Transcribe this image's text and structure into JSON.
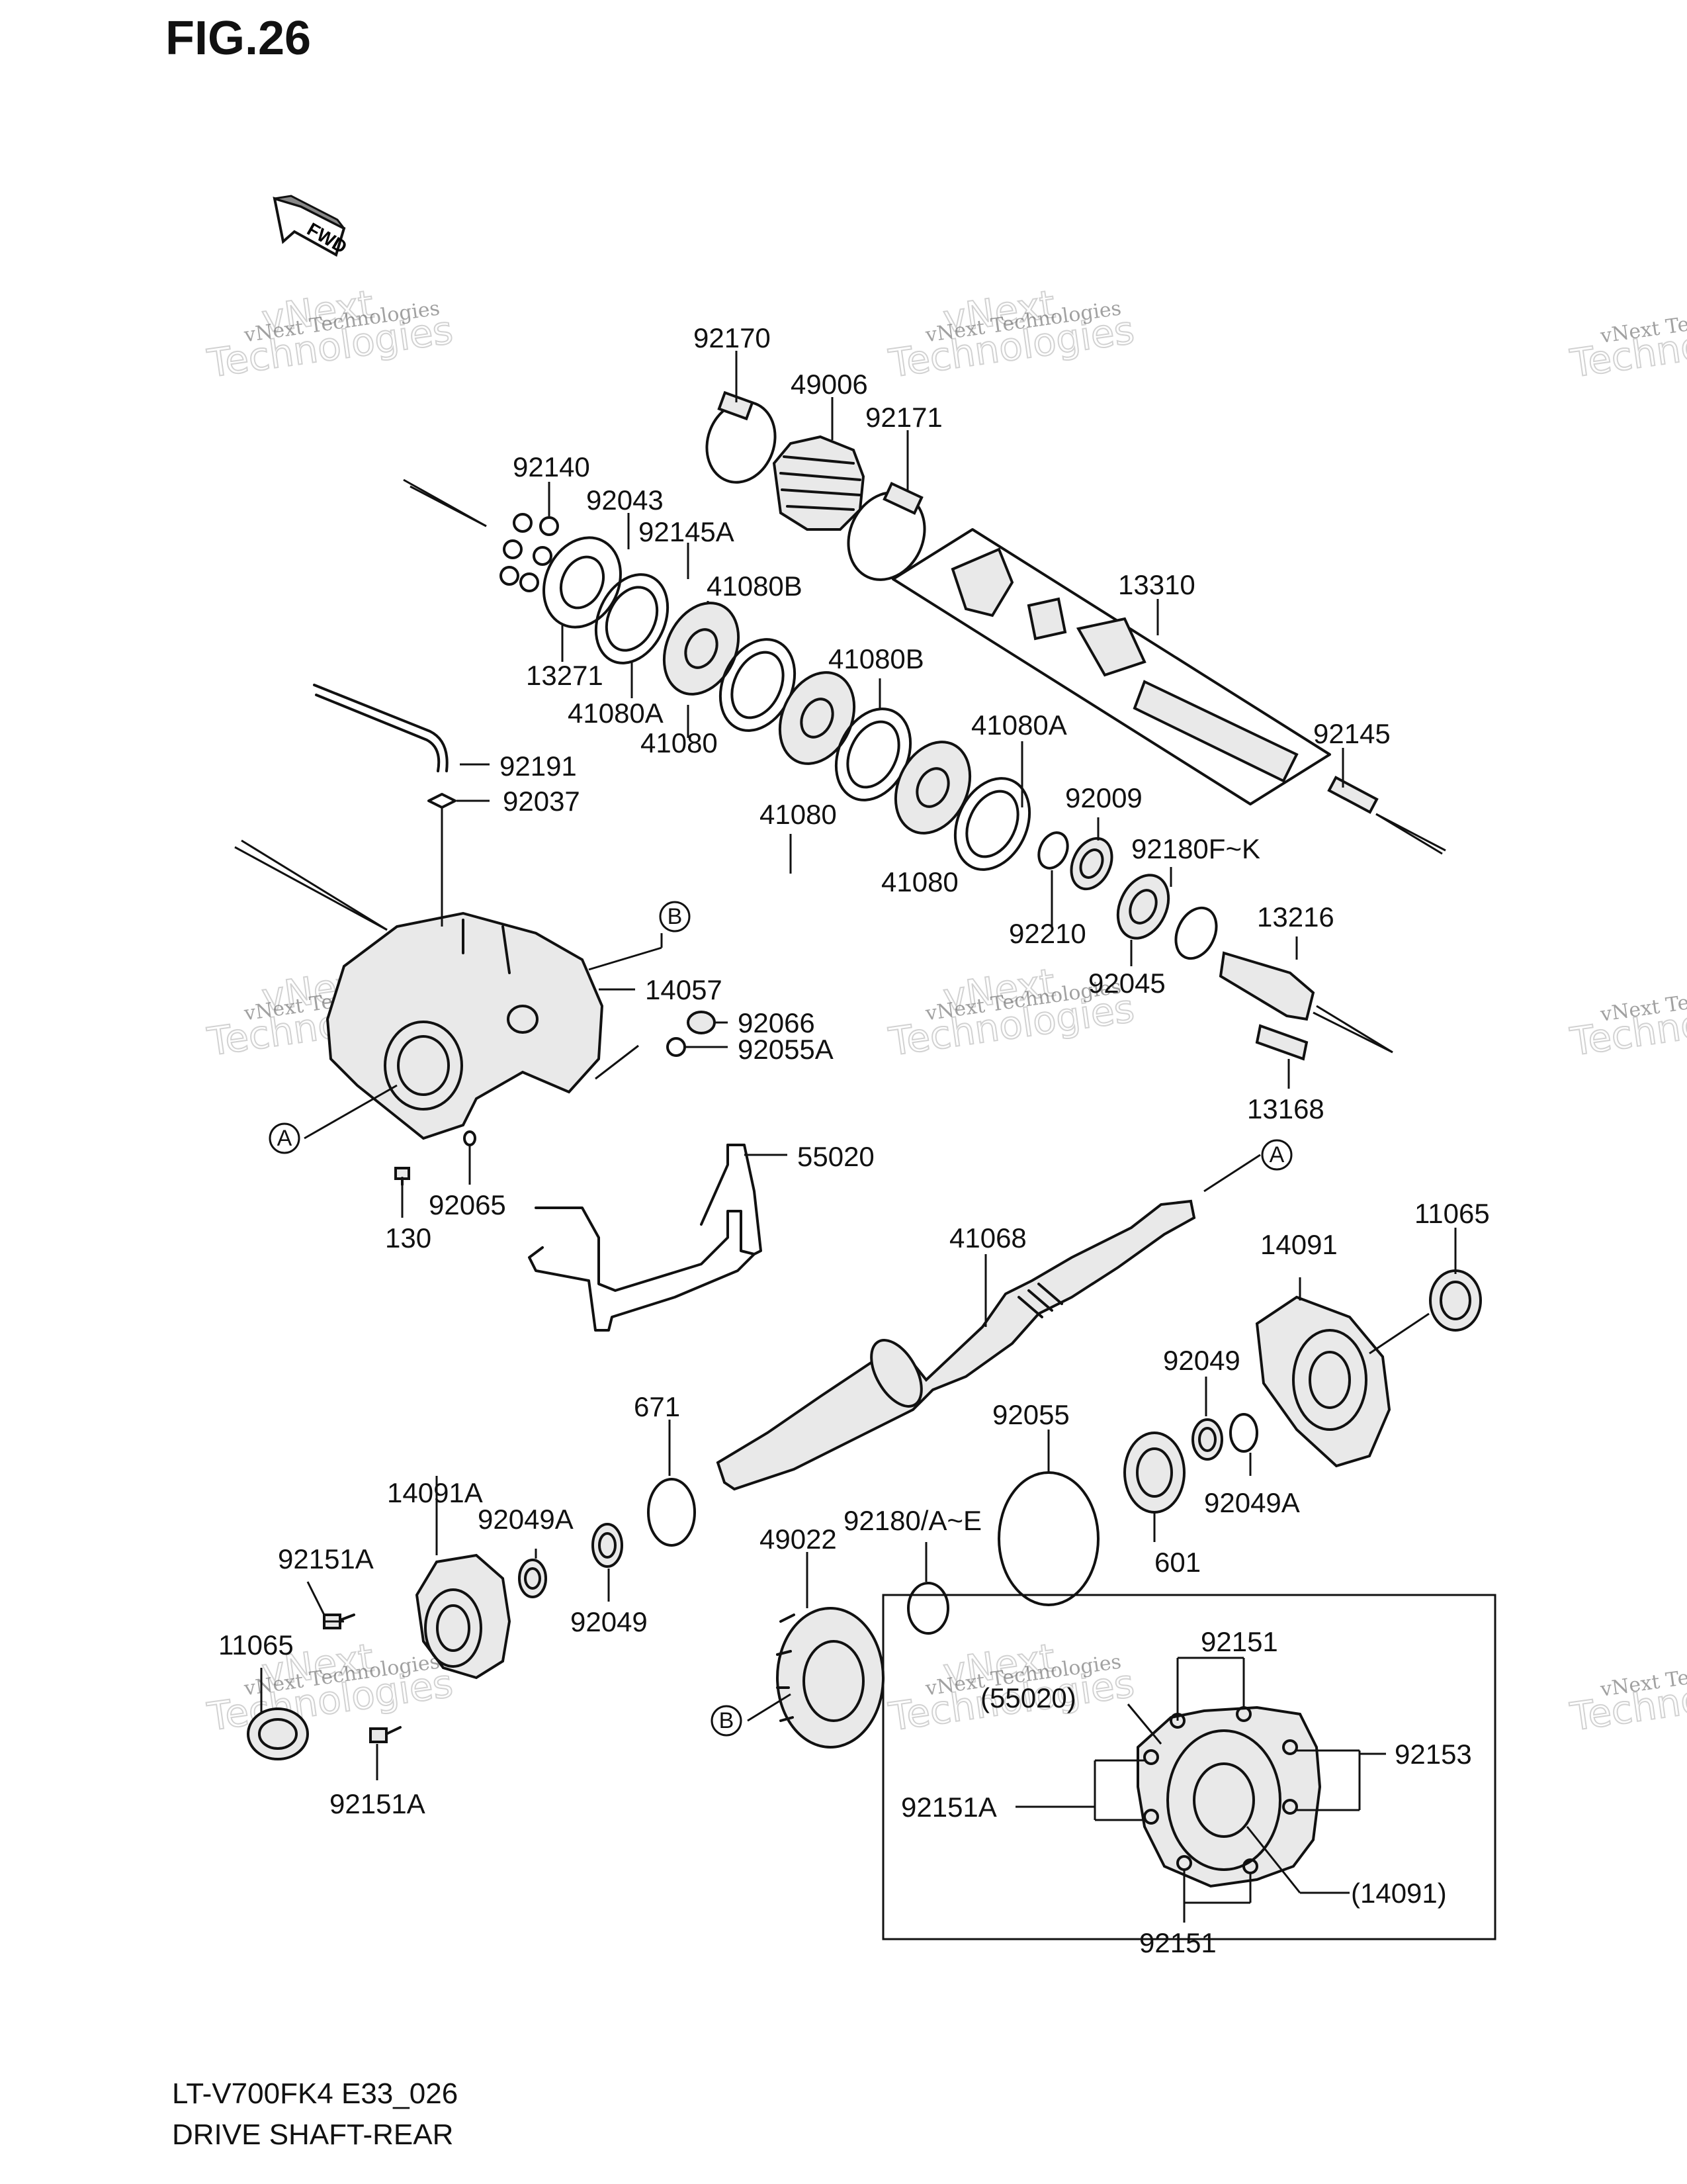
{
  "figure": {
    "title": "FIG.26"
  },
  "footer": {
    "code": "LT-V700FK4 E33_026",
    "name": "DRIVE SHAFT-REAR"
  },
  "fwd_arrow": {
    "label": "FWD"
  },
  "watermark": {
    "line1": "vNext Technologies",
    "line2": "vNext",
    "line3": "Technologies"
  },
  "callouts": {
    "A": "A",
    "B": "B"
  },
  "labels": {
    "p92170": "92170",
    "p49006": "49006",
    "p92171": "92171",
    "p92140": "92140",
    "p92043": "92043",
    "p92145A": "92145A",
    "p41080B_1": "41080B",
    "p13310": "13310",
    "p13271": "13271",
    "p41080A_1": "41080A",
    "p41080_1": "41080",
    "p41080B_2": "41080B",
    "p92145": "92145",
    "p92191": "92191",
    "p92037": "92037",
    "p41080A_2": "41080A",
    "p41080_2": "41080",
    "p92009": "92009",
    "p92180FK": "92180F~K",
    "p41080_3": "41080",
    "p92210": "92210",
    "p13216": "13216",
    "p14057": "14057",
    "p92045": "92045",
    "p92066": "92066",
    "p92055A": "92055A",
    "p13168": "13168",
    "p55020": "55020",
    "p92065": "92065",
    "p130": "130",
    "p41068": "41068",
    "p11065_1": "11065",
    "p14091": "14091",
    "p92049_1": "92049",
    "p671": "671",
    "p92055": "92055",
    "p92049A_1": "92049A",
    "p14091A": "14091A",
    "p92049A_2": "92049A",
    "p601": "601",
    "p92180AE": "92180/A~E",
    "p49022": "49022",
    "p92151A_1": "92151A",
    "p92049_2": "92049",
    "p11065_2": "11065",
    "p92151A_2": "92151A",
    "p92151_1": "92151",
    "p55020ref": "(55020)",
    "p92153": "92153",
    "p92151A_3": "92151A",
    "p14091ref": "(14091)",
    "p92151_2": "92151"
  }
}
